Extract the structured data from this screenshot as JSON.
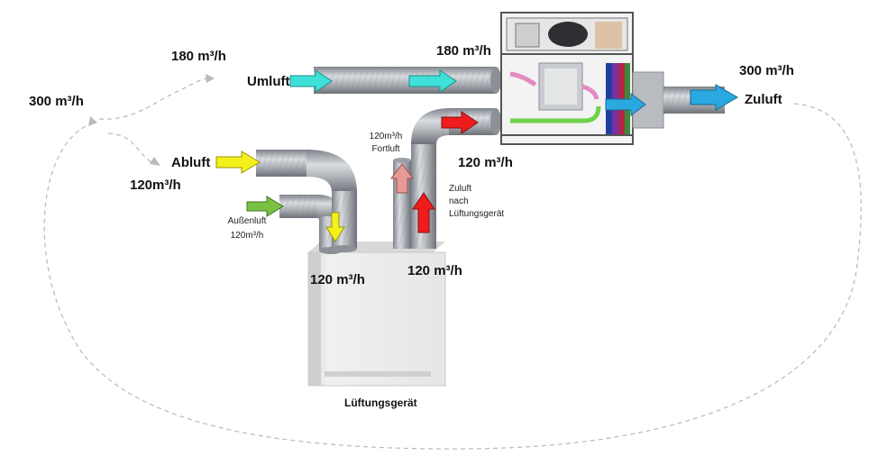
{
  "labels": {
    "flow_180_top": "180 m³/h",
    "flow_300_left": "300 m³/h",
    "flow_180_umluft": "180 m³/h",
    "flow_300_right": "300 m³/h",
    "umluft": "Umluft",
    "abluft": "Abluft",
    "flow_120_abluft": "120m³/h",
    "aussenluft": "Außenluft",
    "aussenluft_flow": "120m³/h",
    "fortluft_flow": "120m³/h",
    "fortluft": "Fortluft",
    "zuluft_nach_line1": "Zuluft",
    "zuluft_nach_line2": "nach",
    "zuluft_nach_line3": "Lüftungsgerät",
    "flow_120_right_unit": "120 m³/h",
    "flow_120_unit_left": "120 m³/h",
    "flow_120_unit_right": "120 m³/h",
    "zuluft": "Zuluft",
    "unit_caption": "Lüftungsgerät"
  },
  "colors": {
    "umluft_arrow": "#3fe0d8",
    "abluft_arrow": "#f4f01a",
    "aussenluft_arrow": "#7ac143",
    "supply_arrow": "#ee1c1c",
    "fortluft_arrow": "#e59a96",
    "zuluft_arrow": "#2aa8e0",
    "duct": "#a9adb3",
    "dashed_line": "#b9b9b9"
  }
}
